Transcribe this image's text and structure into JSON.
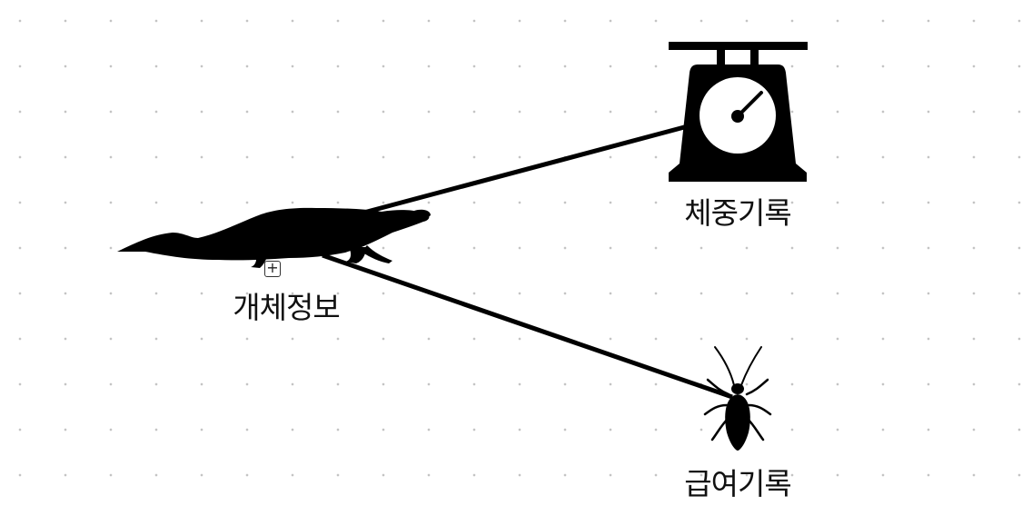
{
  "diagram": {
    "nodes": [
      {
        "id": "individual",
        "label": "개체정보",
        "icon": "crocodile-icon"
      },
      {
        "id": "weight",
        "label": "체중기록",
        "icon": "scale-icon"
      },
      {
        "id": "feeding",
        "label": "급여기록",
        "icon": "cockroach-icon"
      }
    ],
    "edges": [
      {
        "from": "individual",
        "to": "weight"
      },
      {
        "from": "individual",
        "to": "feeding"
      }
    ],
    "expand_button_symbol": "+",
    "colors": {
      "background": "#ffffff",
      "grid_dot": "#c4c4c4",
      "icon_fill": "#000000",
      "edge": "#000000"
    }
  }
}
